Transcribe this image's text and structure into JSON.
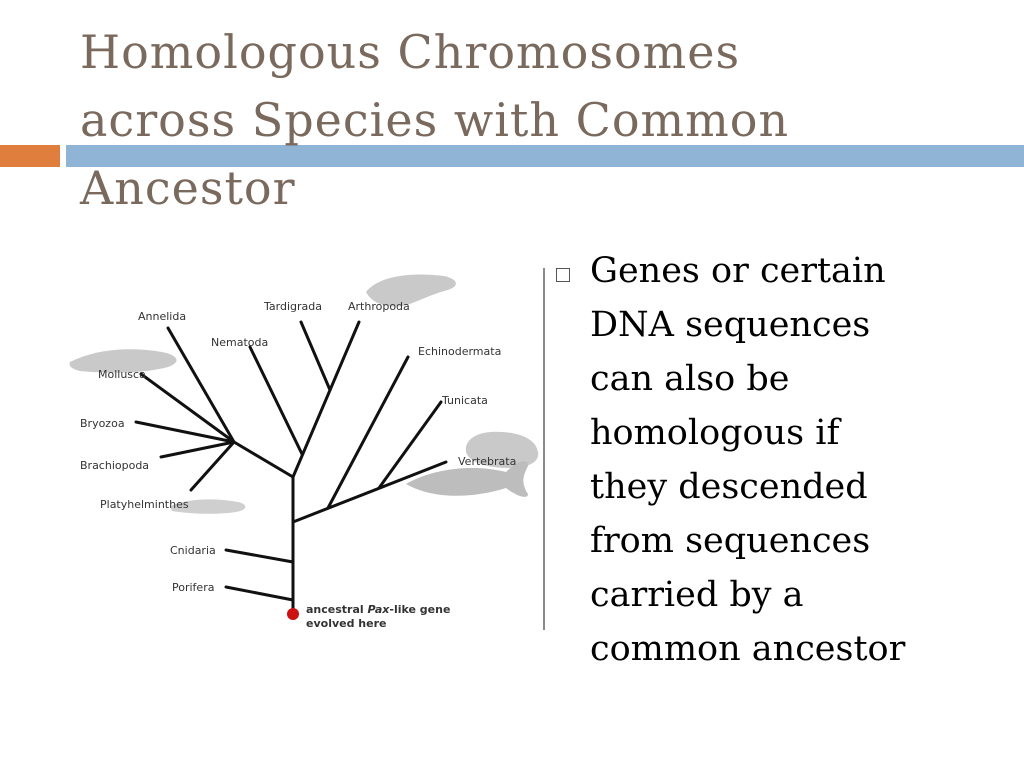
{
  "slide": {
    "title_lines": [
      "Homologous Chromosomes",
      "across Species with Common",
      "Ancestor"
    ],
    "bullet_lines": [
      "Genes or certain",
      "DNA sequences",
      "can also be",
      "homologous if",
      "they descended",
      "from sequences",
      "carried by a",
      "common ancestor"
    ]
  },
  "colors": {
    "title": "#7a6a5e",
    "accent_orange": "#e07f3d",
    "accent_blue": "#8fb4d6",
    "root_dot": "#cc1111"
  },
  "tree": {
    "taxa": {
      "annelida": "Annelida",
      "tardigrada": "Tardigrada",
      "arthropoda": "Arthropoda",
      "nematoda": "Nematoda",
      "echinodermata": "Echinodermata",
      "mollusca": "Mollusca",
      "tunicata": "Tunicata",
      "bryozoa": "Bryozoa",
      "vertebrata": "Vertebrata",
      "brachiopoda": "Brachiopoda",
      "platyhelminthes": "Platyhelminthes",
      "cnidaria": "Cnidaria",
      "porifera": "Porifera"
    },
    "root_label": {
      "prefix": "ancestral ",
      "gene": "Pax",
      "suffix": "-like gene",
      "line2": "evolved here"
    }
  }
}
